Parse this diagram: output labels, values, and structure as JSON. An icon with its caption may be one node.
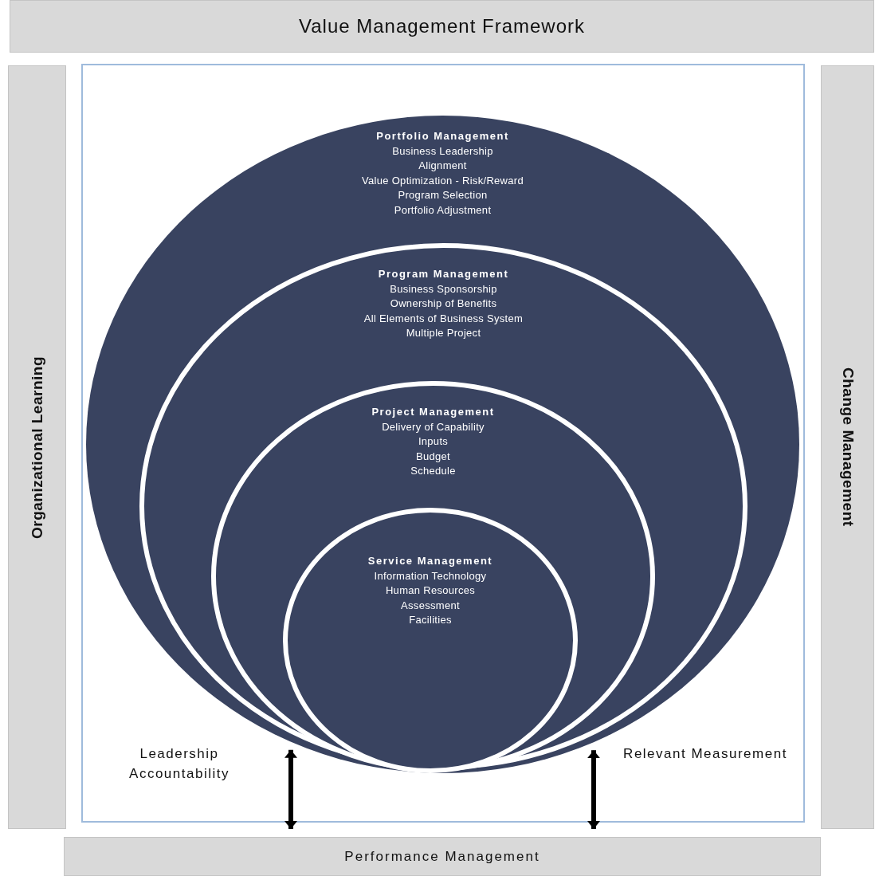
{
  "diagram": {
    "nodes": [
      {
        "text": [
          "Value Management Framework"
        ]
      },
      {
        "text": [
          "Organizational Learning"
        ]
      },
      {
        "text": [],
        "shape": "box"
      },
      {
        "text": [
          "Portfolio Management",
          "Business Leadership",
          "Alignment",
          "Value Optimization - Risk/Reward",
          "Program Selection",
          "Portfolio Adjustment"
        ],
        "in": 2
      },
      {
        "text": [
          "Program Management",
          "Business Sponsorship",
          "Ownership of Benefits",
          "All Elements of Business System",
          "Multiple Project"
        ],
        "in": 3
      },
      {
        "text": [
          "Project Management",
          "Delivery of Capability",
          "Inputs",
          "Budget",
          "Schedule"
        ],
        "in": 4
      },
      {
        "text": [
          "Service Management",
          "Information Technology",
          "Human Resources",
          "Assessment",
          "Facilities"
        ],
        "in": 5
      },
      {
        "text": [
          "Change Management"
        ]
      },
      {
        "text": [
          "Performance Management"
        ]
      }
    ],
    "edges": [
      {
        "from": 3,
        "to": 8,
        "arrow": "both"
      },
      {
        "from": 3,
        "to": 8,
        "arrow": "both"
      }
    ],
    "labels": [
      "Leadership Accountability",
      "Relevant Measurement"
    ]
  }
}
